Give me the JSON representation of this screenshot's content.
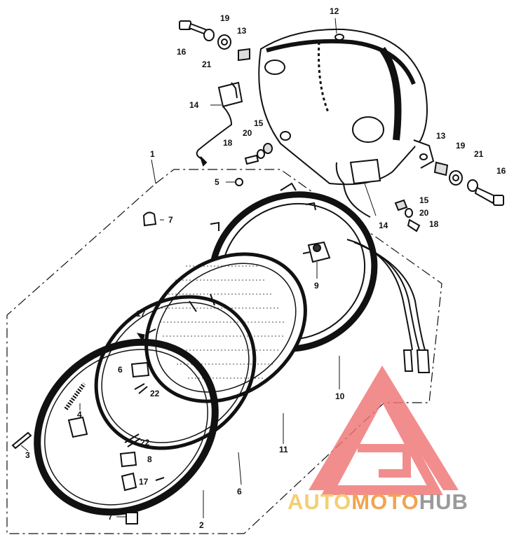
{
  "diagram": {
    "callouts": {
      "c1": "1",
      "c2": "2",
      "c3": "3",
      "c4": "4",
      "c5": "5",
      "c6a": "6",
      "c6b": "6",
      "c7a": "7",
      "c7b": "7",
      "c8a": "8",
      "c8b": "8",
      "c9": "9",
      "c10": "10",
      "c11": "11",
      "c12": "12",
      "c13a": "13",
      "c13b": "13",
      "c14a": "14",
      "c14b": "14",
      "c15a": "15",
      "c15b": "15",
      "c16a": "16",
      "c16b": "16",
      "c17a": "17",
      "c17b": "17",
      "c18a": "18",
      "c18b": "18",
      "c19a": "19",
      "c19b": "19",
      "c20a": "20",
      "c20b": "20",
      "c21a": "21",
      "c21b": "21",
      "c22a": "22",
      "c22b": "22"
    }
  },
  "watermark": {
    "part1": "AUTO",
    "part2": "MOTO",
    "part3": "HUB",
    "colors": {
      "auto": "#f3cf72",
      "moto": "#f2a44f",
      "hub": "#9a9a9a",
      "logo": "#f07575"
    }
  }
}
